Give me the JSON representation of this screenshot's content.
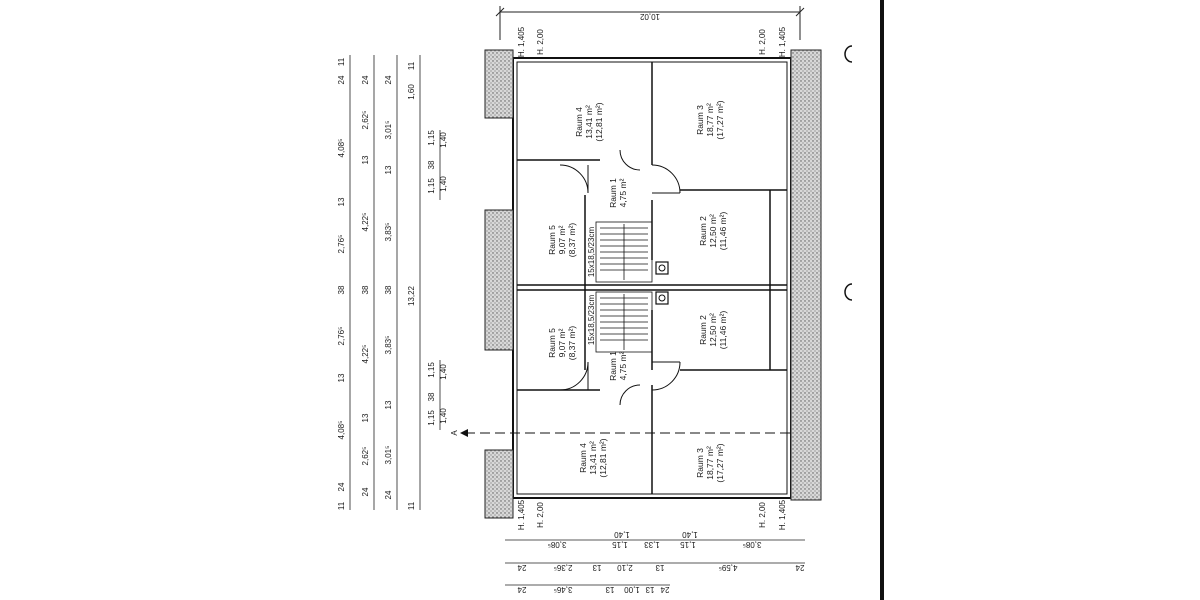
{
  "plan": {
    "overall_width": "10,02",
    "overall_height": "13,22",
    "section_marker": "A",
    "height_marks": {
      "top_left_a": "H. 1,405",
      "top_left_b": "H. 2,00",
      "top_right_a": "H. 2,00",
      "top_right_b": "H. 1,405",
      "bottom_left_a": "H. 1,405",
      "bottom_left_b": "H. 2,00",
      "bottom_right_a": "H. 2,00",
      "bottom_right_b": "H. 1,405"
    },
    "rooms": [
      {
        "name": "Raum 4",
        "area": "13,41 m²",
        "area2": "(12,81 m²)"
      },
      {
        "name": "Raum 3",
        "area": "18,77 m²",
        "area2": "(17,27 m²)"
      },
      {
        "name": "Raum 1",
        "area": "4,75 m²",
        "area2": ""
      },
      {
        "name": "Raum 5",
        "area": "9,07 m²",
        "area2": "(8,37 m²)"
      },
      {
        "name": "Raum 2",
        "area": "12,50 m²",
        "area2": "(11,46 m²)"
      },
      {
        "name": "Raum 5",
        "area": "9,07 m²",
        "area2": "(8,37 m²)"
      },
      {
        "name": "Raum 2",
        "area": "12,50 m²",
        "area2": "(11,46 m²)"
      },
      {
        "name": "Raum 1",
        "area": "4,75 m²",
        "area2": ""
      },
      {
        "name": "Raum 4",
        "area": "13,41 m²",
        "area2": "(12,81 m²)"
      },
      {
        "name": "Raum 3",
        "area": "18,77 m²",
        "area2": "(17,27 m²)"
      }
    ],
    "stairs": [
      "15x18,5/23cm",
      "15x18,5/23cm"
    ],
    "left_dims_col1": [
      "11",
      "24",
      "4,08⁵",
      "13",
      "2,76⁵",
      "38",
      "2,76⁵",
      "13",
      "4,08⁵",
      "24",
      "11"
    ],
    "left_dims_col2": [
      "24",
      "2,62⁵",
      "13",
      "4,22⁵",
      "38",
      "4,22⁵",
      "13",
      "2,62⁵",
      "24"
    ],
    "left_dims_col3": [
      "24",
      "3,01⁵",
      "13",
      "3,83⁵",
      "38",
      "3,83⁵",
      "13",
      "3,01⁵",
      "24"
    ],
    "left_dims_col4": [
      "11",
      "1,60",
      "13,22",
      "11"
    ],
    "left_small_top": [
      "1,15",
      "1,40",
      "38",
      "1,40",
      "1,15"
    ],
    "left_small_bottom": [
      "1,15",
      "1,40",
      "38",
      "1,40",
      "1,15"
    ],
    "bottom_dims_row1": [
      "3,08⁵",
      "1,15",
      "1,33",
      "1,15",
      "3,08⁵"
    ],
    "bottom_dims_row1b": [
      "1,40",
      "1,40"
    ],
    "bottom_dims_row2": [
      "24",
      "2,36⁵",
      "13",
      "2,10",
      "13",
      "4,59⁵",
      "24"
    ],
    "bottom_dims_row3": [
      "24",
      "3,46⁵",
      "13",
      "1,00",
      "13",
      "24"
    ]
  }
}
